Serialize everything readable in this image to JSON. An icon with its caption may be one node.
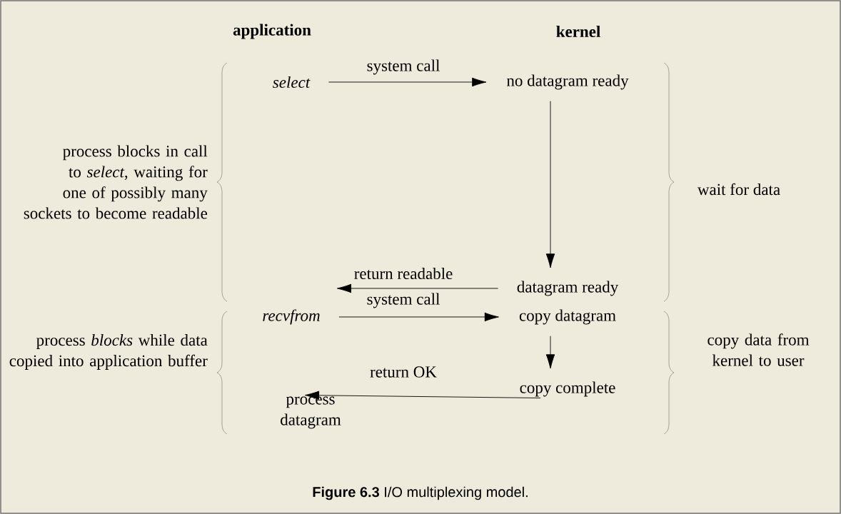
{
  "diagram": {
    "caption": "**Figure 6.3** I/O multiplexing model.",
    "nodes": [
      {
        "text": [
          "select"
        ]
      },
      {
        "text": [
          "no datagram ready"
        ]
      },
      {
        "text": [
          "datagram ready"
        ]
      },
      {
        "text": [
          "recvfrom"
        ]
      },
      {
        "text": [
          "copy datagram"
        ]
      },
      {
        "text": [
          "copy complete"
        ]
      },
      {
        "text": [
          "process datagram"
        ]
      }
    ],
    "edges": [
      {
        "from": 0,
        "to": 1,
        "arrow": "to",
        "label": "system call"
      },
      {
        "from": 1,
        "to": 2,
        "arrow": "to"
      },
      {
        "from": 2,
        "to": null,
        "arrow": "to",
        "label": "return readable"
      },
      {
        "from": 3,
        "to": 4,
        "arrow": "to",
        "label": "system call"
      },
      {
        "from": 4,
        "to": 5,
        "arrow": "to"
      },
      {
        "from": 5,
        "to": 6,
        "arrow": "to",
        "label": "return OK"
      }
    ],
    "labels": [
      "application",
      "kernel",
      "process blocks in call to *select*, waiting for one of possibly many sockets to become readable",
      "wait for data",
      "process *blocks* while data copied into application buffer",
      "copy data from kernel to user"
    ]
  }
}
